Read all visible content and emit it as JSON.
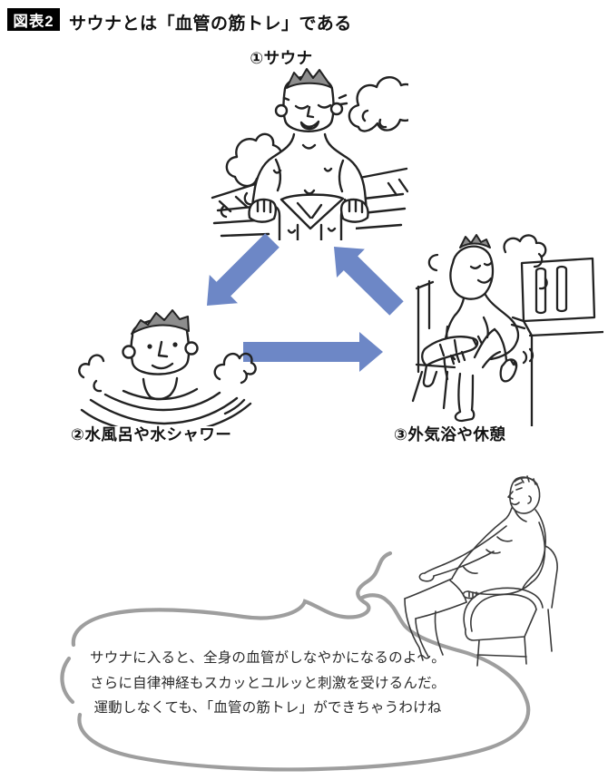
{
  "header": {
    "badge": "図表2",
    "title": "サウナとは「血管の筋トレ」である"
  },
  "cycle": {
    "steps": [
      {
        "label": "①サウナ",
        "illustration": "man-sweating-in-sauna"
      },
      {
        "label": "②水風呂や水シャワー",
        "illustration": "man-in-cold-bath"
      },
      {
        "label": "③外気浴や休憩",
        "illustration": "man-resting-with-towel"
      }
    ],
    "arrows": [
      {
        "name": "arrow-sauna-to-coldbath",
        "direction": "down-left"
      },
      {
        "name": "arrow-coldbath-to-rest",
        "direction": "right"
      },
      {
        "name": "arrow-rest-to-sauna",
        "direction": "up-left"
      }
    ]
  },
  "caption": {
    "lines": [
      "サウナに入ると、全身の血管がしなやかになるのよ〜。",
      "さらに自律神経もスカッとユルッと刺激を受けるんだ。",
      "運動しなくても、「血管の筋トレ」ができちゃうわけね"
    ],
    "illustration": "man-reclining-in-chair"
  },
  "colors": {
    "arrow": "#6d87c6",
    "badge_bg": "#000000",
    "badge_text": "#ffffff",
    "line_art": "#222222",
    "hair": "#8d8d8d",
    "swirl": "#9e9e9e"
  }
}
